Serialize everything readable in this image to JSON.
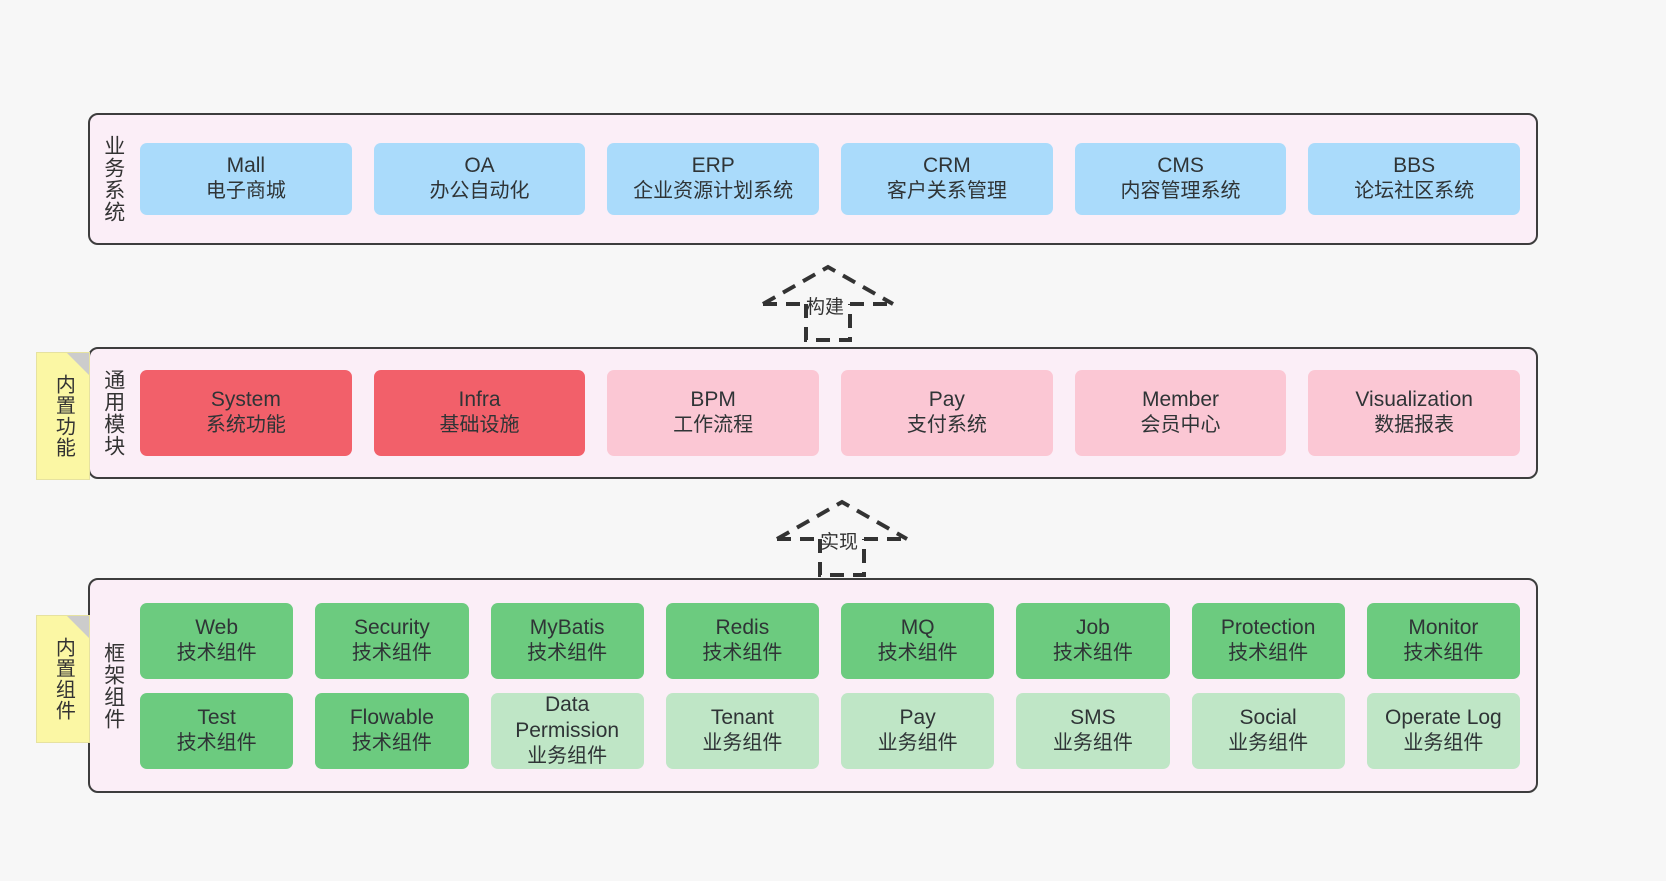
{
  "diagram": {
    "background_color": "#f7f7f7",
    "panel_color": "#fbeef7",
    "panel_border_color": "#3d3d3d",
    "note_color": "#fbf7a4"
  },
  "layers": {
    "business": {
      "title": "业务系统",
      "card_color": "#aadbfb",
      "cards": [
        {
          "en": "Mall",
          "cn": "电子商城"
        },
        {
          "en": "OA",
          "cn": "办公自动化"
        },
        {
          "en": "ERP",
          "cn": "企业资源计划系统"
        },
        {
          "en": "CRM",
          "cn": "客户关系管理"
        },
        {
          "en": "CMS",
          "cn": "内容管理系统"
        },
        {
          "en": "BBS",
          "cn": "论坛社区系统"
        }
      ]
    },
    "modules": {
      "title": "通用模块",
      "note": "内置功能",
      "highlight_color": "#f2606a",
      "normal_color": "#fbc7d4",
      "cards": [
        {
          "en": "System",
          "cn": "系统功能",
          "style": "red"
        },
        {
          "en": "Infra",
          "cn": "基础设施",
          "style": "red"
        },
        {
          "en": "BPM",
          "cn": "工作流程",
          "style": "pink"
        },
        {
          "en": "Pay",
          "cn": "支付系统",
          "style": "pink"
        },
        {
          "en": "Member",
          "cn": "会员中心",
          "style": "pink"
        },
        {
          "en": "Visualization",
          "cn": "数据报表",
          "style": "pink"
        }
      ]
    },
    "framework": {
      "title": "框架组件",
      "note": "内置组件",
      "tech_color": "#6ccb7f",
      "biz_color": "#bfe6c6",
      "row1": [
        {
          "en": "Web",
          "cn": "技术组件",
          "style": "green"
        },
        {
          "en": "Security",
          "cn": "技术组件",
          "style": "green"
        },
        {
          "en": "MyBatis",
          "cn": "技术组件",
          "style": "green"
        },
        {
          "en": "Redis",
          "cn": "技术组件",
          "style": "green"
        },
        {
          "en": "MQ",
          "cn": "技术组件",
          "style": "green"
        },
        {
          "en": "Job",
          "cn": "技术组件",
          "style": "green"
        },
        {
          "en": "Protection",
          "cn": "技术组件",
          "style": "green"
        },
        {
          "en": "Monitor",
          "cn": "技术组件",
          "style": "green"
        }
      ],
      "row2": [
        {
          "en": "Test",
          "cn": "技术组件",
          "style": "green"
        },
        {
          "en": "Flowable",
          "cn": "技术组件",
          "style": "green"
        },
        {
          "en": "Data Permission",
          "cn": "业务组件",
          "style": "lgreen"
        },
        {
          "en": "Tenant",
          "cn": "业务组件",
          "style": "lgreen"
        },
        {
          "en": "Pay",
          "cn": "业务组件",
          "style": "lgreen"
        },
        {
          "en": "SMS",
          "cn": "业务组件",
          "style": "lgreen"
        },
        {
          "en": "Social",
          "cn": "业务组件",
          "style": "lgreen"
        },
        {
          "en": "Operate Log",
          "cn": "业务组件",
          "style": "lgreen"
        }
      ]
    }
  },
  "connectors": [
    {
      "label": "构建",
      "direction": "up"
    },
    {
      "label": "实现",
      "direction": "up"
    }
  ]
}
